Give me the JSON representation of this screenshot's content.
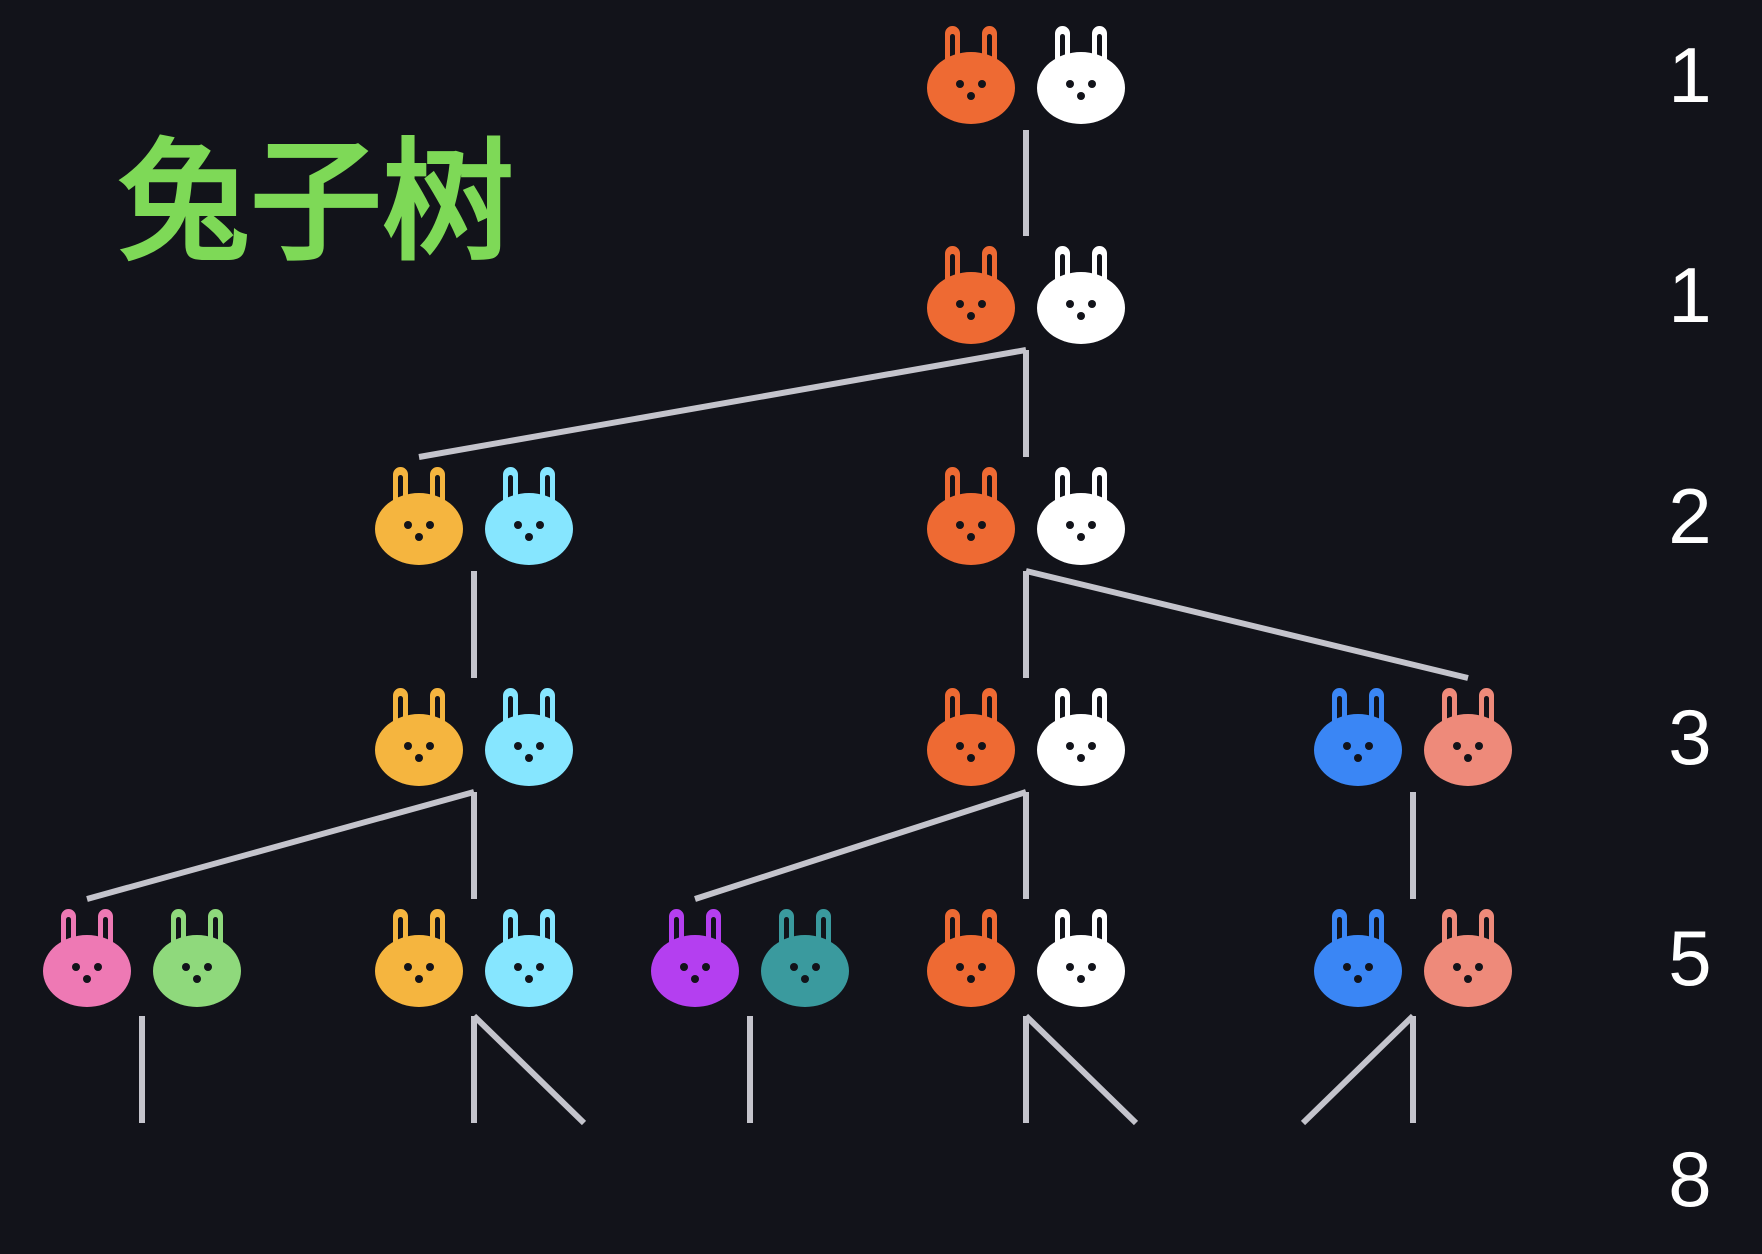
{
  "title": "兔子树",
  "title_color": "#7ed957",
  "edge_color": "#c4c4cc",
  "background_color": "#12131a",
  "icon": "rabbit-head-icon",
  "generations": [
    {
      "count": "1"
    },
    {
      "count": "1"
    },
    {
      "count": "2"
    },
    {
      "count": "3"
    },
    {
      "count": "5"
    },
    {
      "count": "8"
    }
  ],
  "pairs": [
    {
      "id": "p0",
      "generation": 0,
      "colors": [
        "#ee6a33",
        "#ffffff"
      ]
    },
    {
      "id": "p1",
      "generation": 1,
      "colors": [
        "#ee6a33",
        "#ffffff"
      ]
    },
    {
      "id": "p2a",
      "generation": 2,
      "colors": [
        "#f5b53f",
        "#86e6ff"
      ]
    },
    {
      "id": "p2b",
      "generation": 2,
      "colors": [
        "#ee6a33",
        "#ffffff"
      ]
    },
    {
      "id": "p3a",
      "generation": 3,
      "colors": [
        "#f5b53f",
        "#86e6ff"
      ]
    },
    {
      "id": "p3b",
      "generation": 3,
      "colors": [
        "#ee6a33",
        "#ffffff"
      ]
    },
    {
      "id": "p3c",
      "generation": 3,
      "colors": [
        "#3a86f5",
        "#ee8a7a"
      ]
    },
    {
      "id": "p4a",
      "generation": 4,
      "colors": [
        "#ee79b4",
        "#8fd97c"
      ]
    },
    {
      "id": "p4b",
      "generation": 4,
      "colors": [
        "#f5b53f",
        "#86e6ff"
      ]
    },
    {
      "id": "p4c",
      "generation": 4,
      "colors": [
        "#b43ff0",
        "#3a9a9e"
      ]
    },
    {
      "id": "p4d",
      "generation": 4,
      "colors": [
        "#ee6a33",
        "#ffffff"
      ]
    },
    {
      "id": "p4e",
      "generation": 4,
      "colors": [
        "#3a86f5",
        "#ee8a7a"
      ]
    }
  ],
  "edges": [
    {
      "from": "p0",
      "to": "p1"
    },
    {
      "from": "p1",
      "to": "p2a"
    },
    {
      "from": "p1",
      "to": "p2b"
    },
    {
      "from": "p2a",
      "to": "p3a"
    },
    {
      "from": "p2b",
      "to": "p3b"
    },
    {
      "from": "p2b",
      "to": "p3c"
    },
    {
      "from": "p3a",
      "to": "p4a"
    },
    {
      "from": "p3a",
      "to": "p4b"
    },
    {
      "from": "p3b",
      "to": "p4c"
    },
    {
      "from": "p3b",
      "to": "p4d"
    },
    {
      "from": "p3c",
      "to": "p4e"
    }
  ],
  "open_edges": [
    {
      "from": "p4a",
      "kind": "stay"
    },
    {
      "from": "p4b",
      "kind": "stay"
    },
    {
      "from": "p4b",
      "kind": "birth"
    },
    {
      "from": "p4c",
      "kind": "stay"
    },
    {
      "from": "p4d",
      "kind": "stay"
    },
    {
      "from": "p4d",
      "kind": "birth"
    },
    {
      "from": "p4e",
      "kind": "birth"
    },
    {
      "from": "p4e",
      "kind": "stay"
    }
  ]
}
